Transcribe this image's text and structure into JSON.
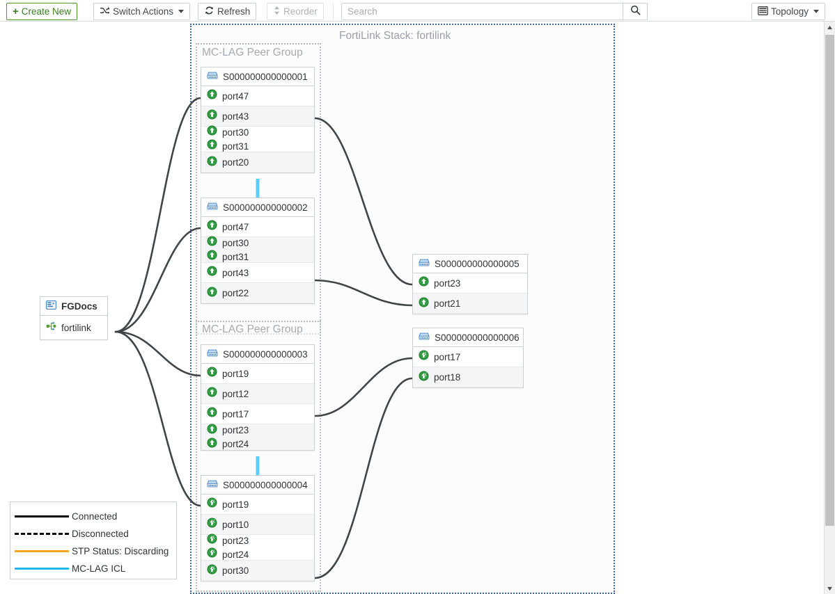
{
  "toolbar": {
    "create_new": "Create New",
    "create_new_icon": "plus-icon",
    "switch_actions": "Switch Actions",
    "switch_actions_icon": "shuffle-icon",
    "refresh": "Refresh",
    "refresh_icon": "refresh-icon",
    "reorder": "Reorder",
    "reorder_icon": "updown-arrows-icon",
    "view_mode": "Topology",
    "view_mode_icon": "list-view-icon",
    "search_placeholder": "Search",
    "search_value": "",
    "search_icon": "search-icon"
  },
  "canvas": {
    "stack_title": "FortiLink Stack: fortilink",
    "mclag_group_label": "MC-LAG Peer Group",
    "mclag_group_label_2": "MC-LAG Peer Group"
  },
  "gateway": {
    "device_name": "FGDocs",
    "device_icon": "fortigate-icon",
    "interface_name": "fortilink",
    "interface_icon": "fortilink-interface-icon"
  },
  "switches": [
    {
      "serial": "S000000000000001",
      "icon": "switch-icon",
      "port_rows": [
        {
          "ports": [
            "port47"
          ],
          "icon": "port-up-icon"
        },
        {
          "ports": [
            "port43"
          ],
          "icon": "port-up-icon"
        },
        {
          "ports": [
            "port30",
            "port31"
          ],
          "icon": "port-up-icon"
        },
        {
          "ports": [
            "port20"
          ],
          "icon": "port-up-icon"
        }
      ]
    },
    {
      "serial": "S000000000000002",
      "icon": "switch-icon",
      "port_rows": [
        {
          "ports": [
            "port47"
          ],
          "icon": "port-up-icon"
        },
        {
          "ports": [
            "port30",
            "port31"
          ],
          "icon": "port-up-icon"
        },
        {
          "ports": [
            "port43"
          ],
          "icon": "port-up-icon"
        },
        {
          "ports": [
            "port22"
          ],
          "icon": "port-up-icon"
        }
      ]
    },
    {
      "serial": "S000000000000003",
      "icon": "switch-icon",
      "port_rows": [
        {
          "ports": [
            "port19"
          ],
          "icon": "port-up-icon"
        },
        {
          "ports": [
            "port12"
          ],
          "icon": "port-up-icon"
        },
        {
          "ports": [
            "port17"
          ],
          "icon": "port-up-icon"
        },
        {
          "ports": [
            "port23",
            "port24"
          ],
          "icon": "port-up-icon"
        }
      ]
    },
    {
      "serial": "S000000000000004",
      "icon": "switch-icon",
      "port_rows": [
        {
          "ports": [
            "port19"
          ],
          "icon": "port-up-poe-icon"
        },
        {
          "ports": [
            "port10"
          ],
          "icon": "port-up-poe-icon"
        },
        {
          "ports": [
            "port23",
            "port24"
          ],
          "icon": "port-up-poe-icon"
        },
        {
          "ports": [
            "port30"
          ],
          "icon": "port-up-poe-icon"
        }
      ]
    },
    {
      "serial": "S000000000000005",
      "icon": "switch-icon",
      "port_rows": [
        {
          "ports": [
            "port23"
          ],
          "icon": "port-up-icon"
        },
        {
          "ports": [
            "port21"
          ],
          "icon": "port-up-icon"
        }
      ]
    },
    {
      "serial": "S000000000000006",
      "icon": "switch-icon",
      "port_rows": [
        {
          "ports": [
            "port17"
          ],
          "icon": "port-up-poe-icon"
        },
        {
          "ports": [
            "port18"
          ],
          "icon": "port-up-poe-icon"
        }
      ]
    }
  ],
  "legend": [
    {
      "label": "Connected",
      "color": "#000000",
      "style": "solid"
    },
    {
      "label": "Disconnected",
      "color": "#000000",
      "style": "dashed"
    },
    {
      "label": "STP Status: Discarding",
      "color": "#f5a623",
      "style": "solid"
    },
    {
      "label": "MC-LAG ICL",
      "color": "#23b6e8",
      "style": "solid"
    }
  ],
  "colors": {
    "link": "#3f4548",
    "mclag_icl": "#5ecdf5",
    "stack_border": "#3c67a8",
    "mclag_border": "#b8bcc0",
    "port_up": "#2f9e41",
    "accent_green": "#4c9a2a",
    "switch_icon": "#5b9bd5"
  }
}
